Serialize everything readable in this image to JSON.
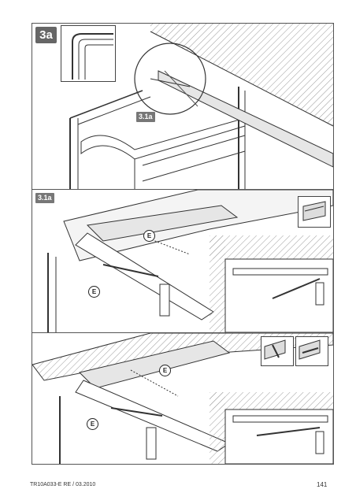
{
  "step": {
    "label": "3a"
  },
  "reference": {
    "label": "3.1a"
  },
  "callout": {
    "label": "E"
  },
  "footer": {
    "doc_code": "TR10A033-E  RE / 03.2010",
    "page_number": "141"
  },
  "colors": {
    "badge": "#666666",
    "line": "#333333",
    "hatch": "#999999"
  }
}
